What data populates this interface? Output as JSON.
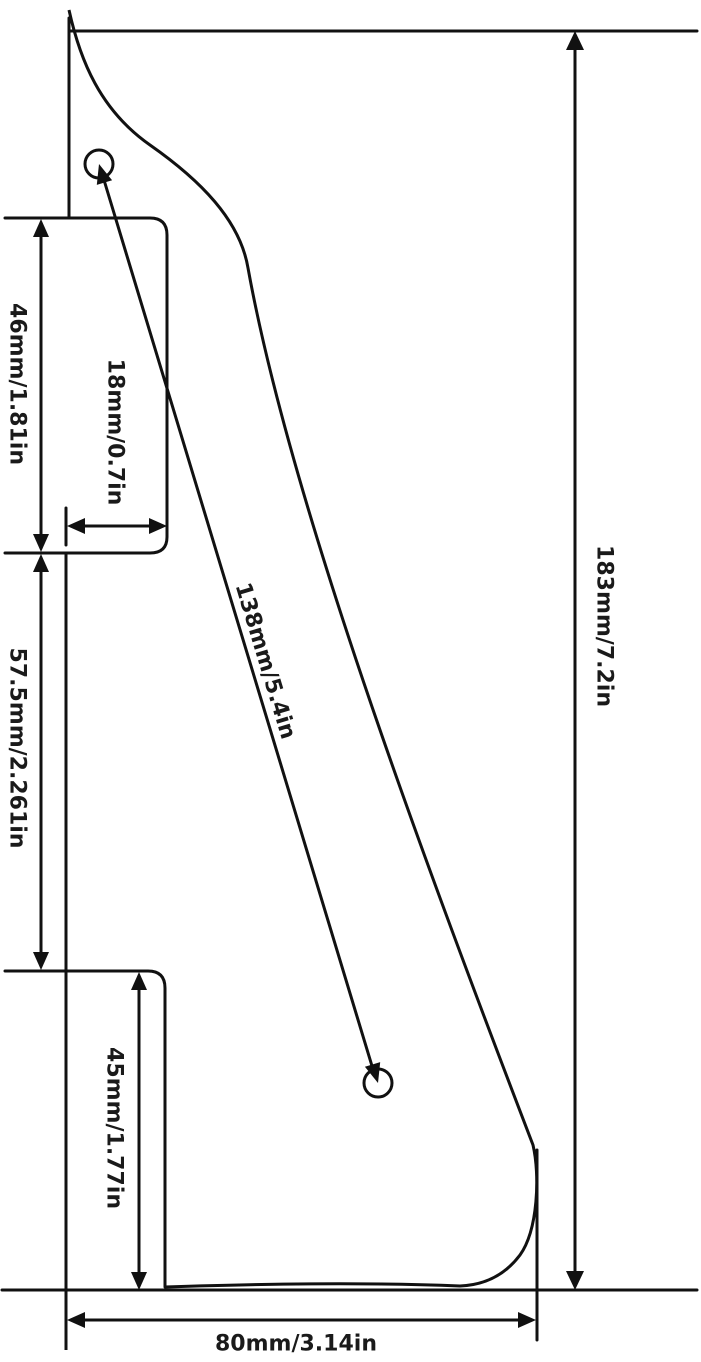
{
  "dimensions": {
    "total_height": "183mm/7.2in",
    "diagonal": "138mm/5.4in",
    "top_tab_height": "46mm/1.81in",
    "top_tab_depth": "18mm/0.7in",
    "gap_height": "57.5mm/2.261in",
    "bottom_tab_height": "45mm/1.77in",
    "total_width": "80mm/3.14in"
  },
  "colors": {
    "line": "#111111",
    "text": "#1a1a1a",
    "background": "#ffffff"
  }
}
